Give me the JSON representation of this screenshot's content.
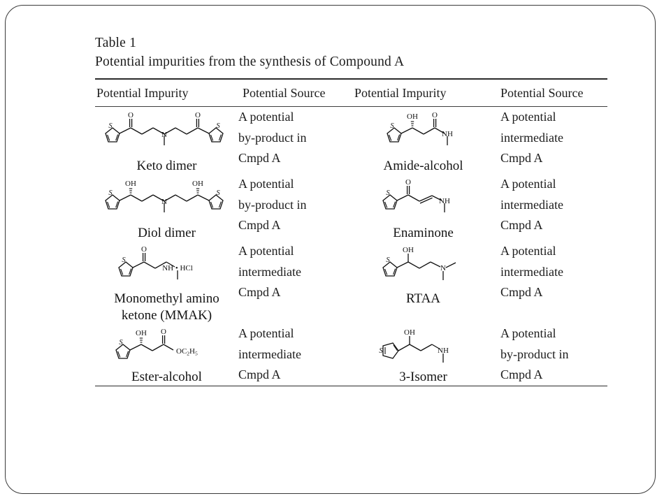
{
  "slide": {
    "table_number": "Table 1",
    "caption": "Potential impurities from the synthesis of Compound A"
  },
  "table": {
    "headers": [
      "Potential Impurity",
      "Potential Source",
      "Potential Impurity",
      "Potential Source"
    ],
    "rows": [
      {
        "left": {
          "name": "Keto dimer",
          "structure": "keto-dimer",
          "atom_labels": [
            "S",
            "O",
            "N",
            "O",
            "S"
          ],
          "source": [
            "A potential",
            "by-product in",
            "Cmpd A"
          ]
        },
        "right": {
          "name": "Amide-alcohol",
          "structure": "amide-alcohol",
          "atom_labels": [
            "S",
            "OH",
            "O",
            "NH"
          ],
          "source": [
            "A potential",
            "intermediate",
            "Cmpd A"
          ]
        }
      },
      {
        "left": {
          "name": "Diol dimer",
          "structure": "diol-dimer",
          "atom_labels": [
            "S",
            "OH",
            "N",
            "OH",
            "S"
          ],
          "source": [
            "A potential",
            "by-product in",
            "Cmpd A"
          ]
        },
        "right": {
          "name": "Enaminone",
          "structure": "enaminone",
          "atom_labels": [
            "S",
            "O",
            "NH"
          ],
          "source": [
            "A potential",
            "intermediate",
            "Cmpd A"
          ]
        }
      },
      {
        "left": {
          "name": "Monomethyl amino ketone (MMAK)",
          "name_lines": [
            "Monomethyl amino",
            "ketone (MMAK)"
          ],
          "structure": "mmak",
          "atom_labels": [
            "S",
            "O",
            "NH • HCl"
          ],
          "source": [
            "A potential",
            "intermediate",
            "Cmpd A"
          ]
        },
        "right": {
          "name": "RTAA",
          "structure": "rtaa",
          "atom_labels": [
            "S",
            "OH",
            "N"
          ],
          "source": [
            "A potential",
            "intermediate",
            "Cmpd A"
          ]
        }
      },
      {
        "left": {
          "name": "Ester-alcohol",
          "structure": "ester-alcohol",
          "atom_labels": [
            "S",
            "OH",
            "O",
            "OC2H5"
          ],
          "source": [
            "A potential",
            "intermediate",
            "Cmpd A"
          ]
        },
        "right": {
          "name": "3-Isomer",
          "structure": "3-isomer",
          "atom_labels": [
            "S",
            "OH",
            "NH"
          ],
          "source": [
            "A potential",
            "by-product in",
            "Cmpd A"
          ]
        }
      }
    ]
  },
  "atoms": {
    "S": "S",
    "O": "O",
    "N": "N",
    "OH": "OH",
    "NH": "NH",
    "NH_HCl": "NH • HCl",
    "OC": "OC",
    "two": "2",
    "H": "H",
    "five": "5"
  },
  "colors": {
    "ink": "#1a1a1a",
    "rule": "#2b2b2b",
    "frame": "#3a3a3a",
    "page": "#ffffff"
  }
}
